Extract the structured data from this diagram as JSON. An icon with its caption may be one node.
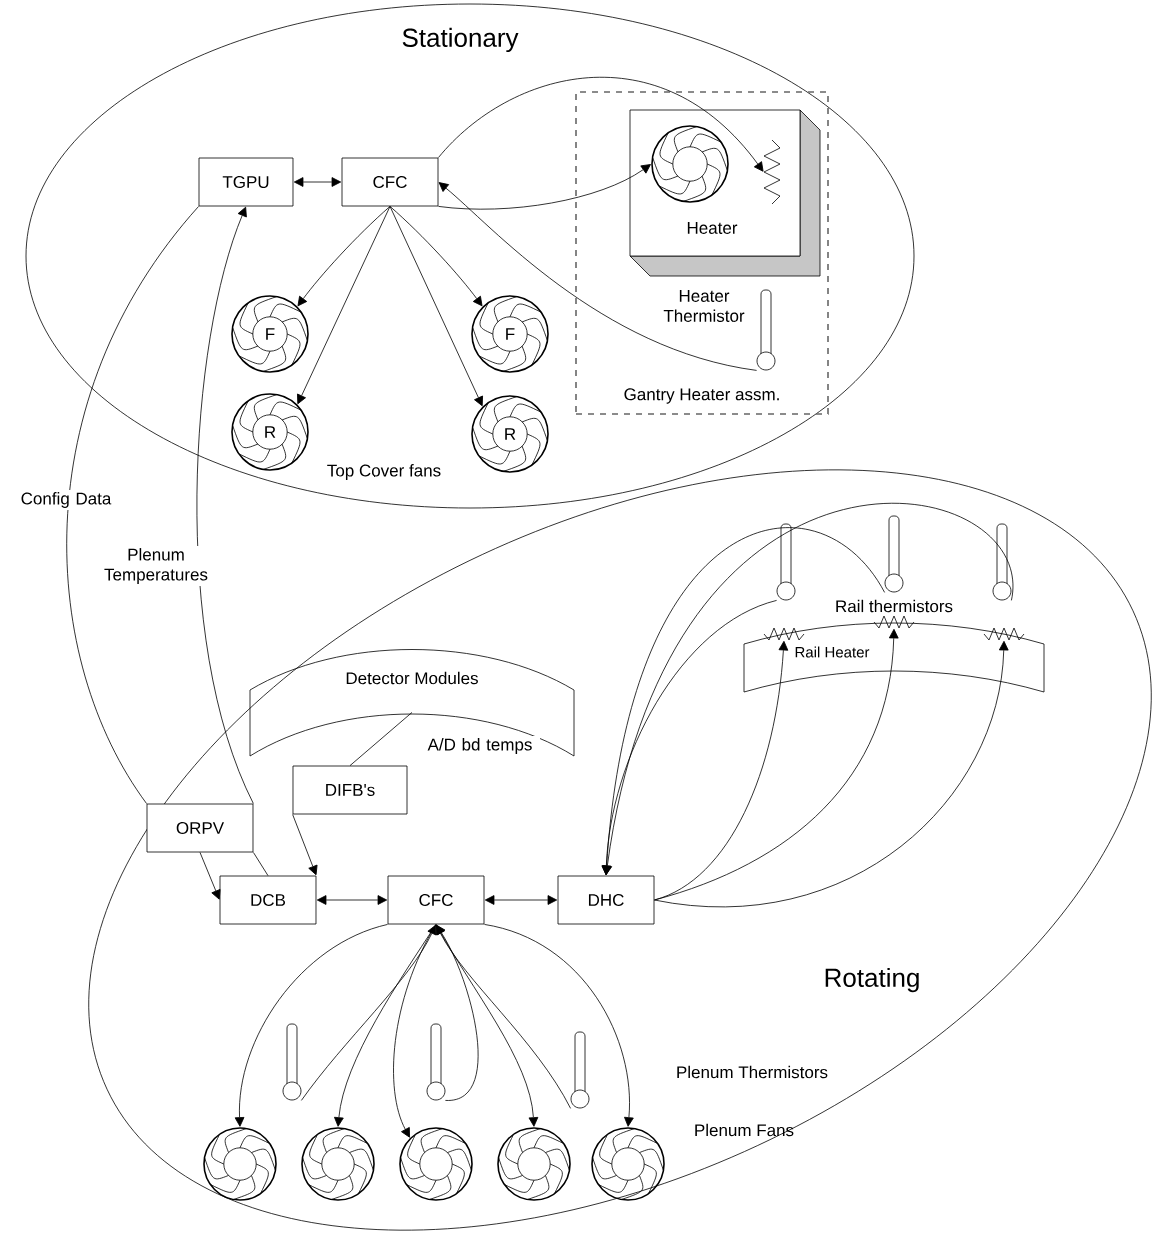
{
  "diagram": {
    "nodes": [
      {
        "text": [
          "Stationary"
        ]
      },
      {
        "text": [
          "TGPU"
        ],
        "in": 0
      },
      {
        "text": [
          "CFC"
        ],
        "in": 0
      },
      {
        "text": [
          "Gantry Heater assm."
        ],
        "in": 0
      },
      {
        "text": [
          "Heater"
        ],
        "in": 3
      },
      {
        "text": [],
        "shape": "fan",
        "in": 4
      },
      {
        "text": [],
        "shape": "resistor",
        "in": 4
      },
      {
        "text": [],
        "shape": "thermometer",
        "in": 3,
        "beside": [
          "Heater Thermistor"
        ]
      },
      {
        "text": [
          "F"
        ],
        "in": 0
      },
      {
        "text": [
          "R"
        ],
        "in": 0
      },
      {
        "text": [
          "F"
        ],
        "in": 0
      },
      {
        "text": [
          "R"
        ],
        "in": 0
      },
      {
        "text": [
          "Rotating"
        ]
      },
      {
        "text": [
          "Detector Modules"
        ],
        "in": 12
      },
      {
        "text": [
          "DIFB's"
        ],
        "in": 12
      },
      {
        "text": [
          "ORPV"
        ],
        "in": 12
      },
      {
        "text": [
          "DCB"
        ],
        "in": 12
      },
      {
        "text": [
          "CFC"
        ],
        "in": 12
      },
      {
        "text": [
          "DHC"
        ],
        "in": 12
      },
      {
        "text": [
          "Rail Heater"
        ],
        "in": 12
      },
      {
        "text": [],
        "shape": "resistor",
        "in": 19
      },
      {
        "text": [],
        "shape": "resistor",
        "in": 19
      },
      {
        "text": [],
        "shape": "resistor",
        "in": 19
      },
      {
        "text": [],
        "shape": "thermometer",
        "in": 12
      },
      {
        "text": [],
        "shape": "thermometer",
        "in": 12
      },
      {
        "text": [],
        "shape": "thermometer",
        "in": 12
      },
      {
        "text": [],
        "shape": "thermometer",
        "in": 12
      },
      {
        "text": [],
        "shape": "thermometer",
        "in": 12
      },
      {
        "text": [],
        "shape": "thermometer",
        "in": 12
      },
      {
        "text": [],
        "shape": "fan",
        "in": 12
      },
      {
        "text": [],
        "shape": "fan",
        "in": 12
      },
      {
        "text": [],
        "shape": "fan",
        "in": 12
      },
      {
        "text": [],
        "shape": "fan",
        "in": 12
      },
      {
        "text": [],
        "shape": "fan",
        "in": 12
      }
    ],
    "edges": [
      {
        "from": 1,
        "to": 2,
        "arrow": "both"
      },
      {
        "from": 2,
        "to": 8,
        "arrow": "to"
      },
      {
        "from": 2,
        "to": 9,
        "arrow": "to"
      },
      {
        "from": 2,
        "to": 10,
        "arrow": "to"
      },
      {
        "from": 2,
        "to": 11,
        "arrow": "to"
      },
      {
        "from": 2,
        "to": 5,
        "arrow": "to"
      },
      {
        "from": 2,
        "to": 6,
        "arrow": "to"
      },
      {
        "from": 7,
        "to": 2,
        "arrow": "to"
      },
      {
        "from": 1,
        "to": 15,
        "arrow": "none",
        "label": "Config Data"
      },
      {
        "from": 15,
        "to": 16,
        "arrow": "to"
      },
      {
        "from": 16,
        "to": 15,
        "arrow": "none"
      },
      {
        "from": 15,
        "to": 1,
        "arrow": "to",
        "label": "Plenum Temperatures"
      },
      {
        "from": 13,
        "to": 14,
        "arrow": "none",
        "label": "A/D bd temps"
      },
      {
        "from": 14,
        "to": 16,
        "arrow": "to"
      },
      {
        "from": 16,
        "to": 17,
        "arrow": "both"
      },
      {
        "from": 17,
        "to": 18,
        "arrow": "both"
      },
      {
        "from": 17,
        "to": 29,
        "arrow": "to"
      },
      {
        "from": 17,
        "to": 30,
        "arrow": "to"
      },
      {
        "from": 17,
        "to": 31,
        "arrow": "to"
      },
      {
        "from": 17,
        "to": 32,
        "arrow": "to"
      },
      {
        "from": 17,
        "to": 33,
        "arrow": "to"
      },
      {
        "from": 26,
        "to": 17,
        "arrow": "to"
      },
      {
        "from": 27,
        "to": 17,
        "arrow": "to"
      },
      {
        "from": 28,
        "to": 17,
        "arrow": "to"
      },
      {
        "from": 23,
        "to": 18,
        "arrow": "to"
      },
      {
        "from": 24,
        "to": 18,
        "arrow": "to"
      },
      {
        "from": 25,
        "to": 18,
        "arrow": "to"
      },
      {
        "from": 18,
        "to": 20,
        "arrow": "to"
      },
      {
        "from": 18,
        "to": 21,
        "arrow": "to"
      },
      {
        "from": 18,
        "to": 22,
        "arrow": "to"
      }
    ],
    "labels": [
      "Top Cover fans",
      "Rail thermistors",
      "Plenum Thermistors",
      "Plenum Fans"
    ]
  }
}
